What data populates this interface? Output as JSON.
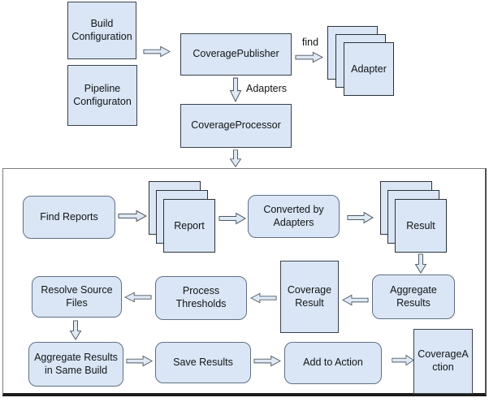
{
  "colors": {
    "node_fill": "#dae6f5",
    "square_border": "#39424b",
    "rounded_border": "#5f7183",
    "page_border": "#2c3238",
    "arrow_fill": "#dfe9f4",
    "arrow_border": "#4e5a66",
    "container_border": "#7d7d7d",
    "container_bottom_border": "#1c1c1c"
  },
  "nodes": {
    "build_config": "Build Configuration",
    "pipeline_config": "Pipeline Configuraton",
    "coverage_publisher": "CoveragePublisher",
    "adapter": "Adapter",
    "coverage_processor": "CoverageProcessor",
    "find_reports": "Find Reports",
    "report": "Report",
    "converted_by_adapters": "Converted by Adapters",
    "result": "Result",
    "aggregate_results": "Aggregate Results",
    "coverage_result": "Coverage Result",
    "process_thresholds": "Process Thresholds",
    "resolve_source_files": "Resolve Source Files",
    "aggregate_results_same_build": "Aggregate Results in Same Build",
    "save_results": "Save Results",
    "add_to_action": "Add to Action",
    "coverage_action": "CoverageAction"
  },
  "edge_labels": {
    "find": "find",
    "adapters": "Adapters"
  }
}
